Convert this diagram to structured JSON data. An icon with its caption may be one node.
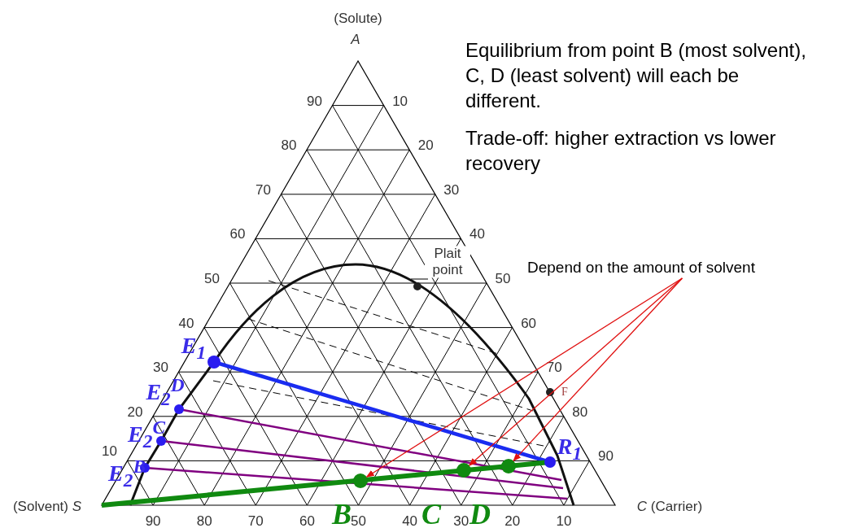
{
  "diagram": {
    "nodes": [
      {
        "text": [
          "Depend on the amount of solvent"
        ]
      },
      {
        "text": [],
        "shape": "circle",
        "beside": [
          "B"
        ]
      },
      {
        "text": [],
        "shape": "circle",
        "beside": [
          "C"
        ]
      },
      {
        "text": [],
        "shape": "circle",
        "beside": [
          "D"
        ]
      }
    ],
    "edges": [
      {
        "from": 0,
        "to": 1,
        "arrow": "to"
      },
      {
        "from": 0,
        "to": 2,
        "arrow": "to"
      },
      {
        "from": 0,
        "to": 3,
        "arrow": "to"
      }
    ],
    "labels": [
      "(Solute)",
      "A",
      "Equilibrium from point B (most solvent), C, D (least solvent) will each be different.",
      "Trade-off: higher extraction vs lower recovery",
      "90",
      "10",
      "80",
      "20",
      "70",
      "30",
      "60",
      "40",
      "Plait point",
      "50",
      "50",
      "40",
      "60",
      "E$_{1}$",
      "30",
      "70",
      "E$_{2}$$^{D}$",
      "F",
      "20",
      "80",
      "E$_{2}$$^{C}$",
      "R$_{1}$",
      "10",
      "90",
      "E$_{2}$$^{B}$",
      "(Solvent) *S*",
      "*C* (Carrier)",
      "90",
      "80",
      "70",
      "60",
      "50",
      "40",
      "30",
      "20",
      "10"
    ]
  }
}
